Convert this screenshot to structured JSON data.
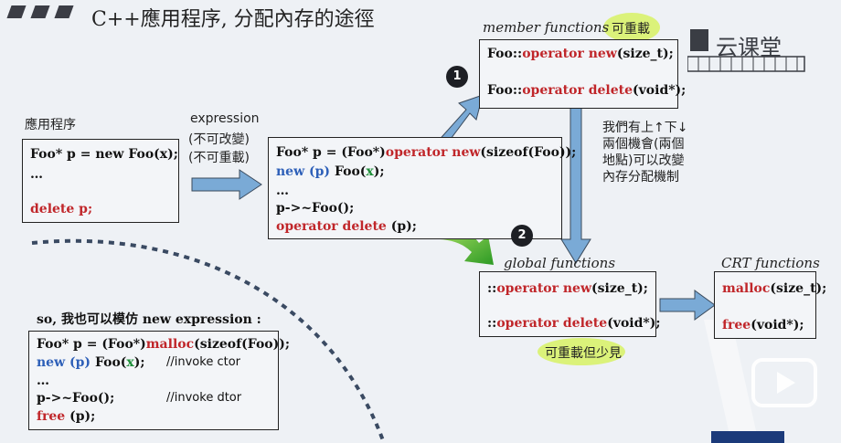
{
  "slide": {
    "title": "C++應用程序, 分配內存的途徑",
    "app_label": "應用程序",
    "app_code": [
      "Foo* p = new Foo(x);",
      "…",
      "delete p;"
    ],
    "expression_label": "expression",
    "expression_note1": "(不可改變)",
    "expression_note2": "(不可重載)",
    "expand_code": {
      "l1a": "Foo* p = (Foo*)",
      "l1b": "operator new",
      "l1c": "(sizeof(Foo));",
      "l2a": "new (p) ",
      "l2b": "Foo(",
      "l2c": "x",
      "l2d": ");",
      "l3": "…",
      "l4": "p->~Foo();",
      "l5a": "operator delete",
      "l5b": " (p);"
    },
    "member_title": "member functions",
    "member_overload": "可重載",
    "member_code": {
      "l1a": "Foo::",
      "l1b": "operator new",
      "l1c": "(size_t);",
      "l2a": "Foo::",
      "l2b": "operator delete",
      "l2c": "(void*);"
    },
    "side_note": [
      "我們有上↑下↓",
      "兩個機會(兩個",
      "地點)可以改變",
      "內存分配機制"
    ],
    "badge1": "1",
    "badge2": "2",
    "global_title": "global functions",
    "global_code": {
      "l1a": "::",
      "l1b": "operator new",
      "l1c": "(size_t);",
      "l2a": "::",
      "l2b": "operator delete",
      "l2c": "(void*);"
    },
    "global_note": "可重載但少見",
    "crt_title": "CRT functions",
    "crt_code": {
      "l1a": "malloc",
      "l1b": "(size_t);",
      "l2a": "free",
      "l2b": "(void*);"
    },
    "mimic_label": "so, 我也可以模仿 new expression :",
    "mimic_code": {
      "l1a": "Foo* p = (Foo*)",
      "l1b": "malloc",
      "l1c": "(sizeof(Foo));",
      "l2a": "new (p) ",
      "l2b": "Foo(",
      "l2c": "x",
      "l2d": ");",
      "l2e": "//invoke ctor",
      "l3": "…",
      "l4": "p->~Foo();",
      "l4e": "//invoke dtor",
      "l5a": "free",
      "l5b": " (p);"
    },
    "logo_text": "云课堂"
  },
  "colors": {
    "keyword": "#c0262a",
    "placement": "#2d5fb8",
    "arg": "#1f8f3a",
    "arrow": "#7aaad6",
    "green_arrow": "#3fb02c"
  }
}
